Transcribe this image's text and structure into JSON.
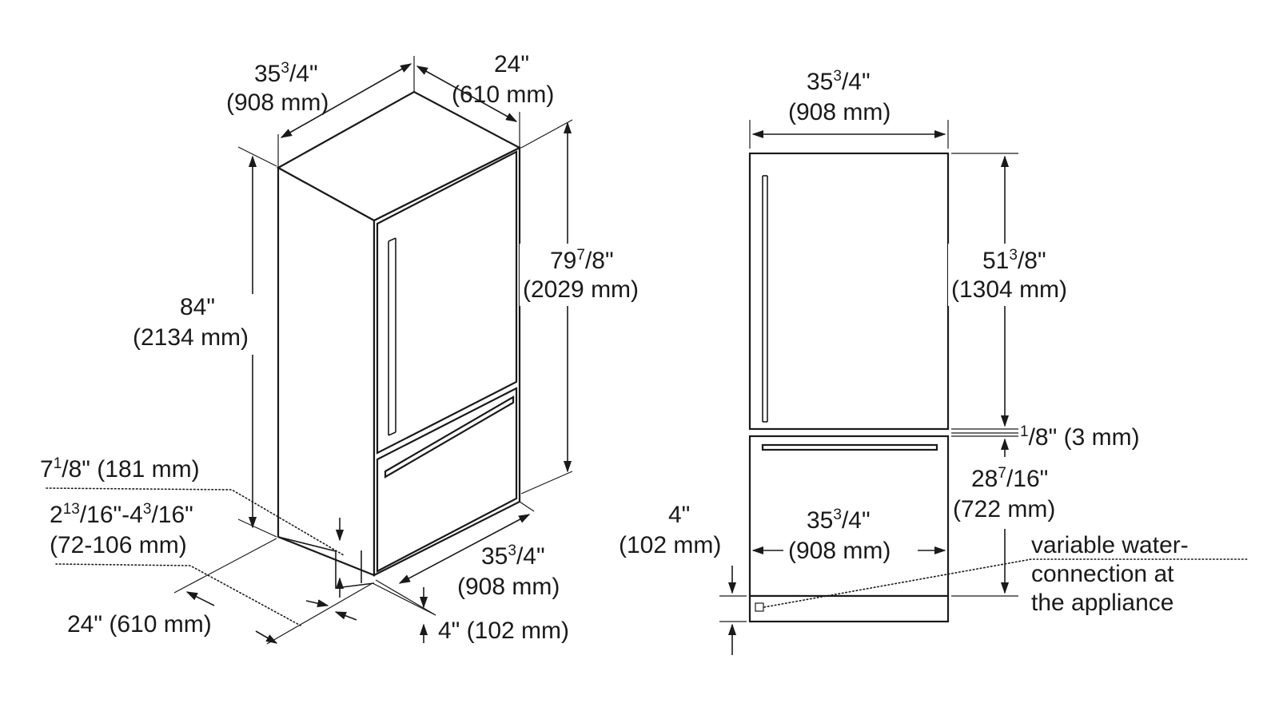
{
  "iso": {
    "top_width": {
      "inch": "35",
      "sup": "3",
      "sub": "/4\"",
      "mm": "(908 mm)"
    },
    "top_depth": {
      "inch": "24\"",
      "mm": "(610 mm)"
    },
    "total_height": {
      "inch": "84\"",
      "mm": "(2134 mm)"
    },
    "cabinet_height": {
      "inch": "79",
      "sup": "7",
      "sub": "/8\"",
      "mm": "(2029 mm)"
    },
    "kick_height": {
      "inch": "7",
      "sup": "1",
      "sub": "/8\" (181 mm)"
    },
    "kick_range": {
      "inch": "2",
      "sup": "13",
      "mid": "/16\"-4",
      "sup2": "3",
      "sub": "/16\"",
      "mm": "(72-106 mm)"
    },
    "bottom_width": {
      "inch": "35",
      "sup": "3",
      "sub": "/4\"",
      "mm": "(908 mm)"
    },
    "bottom_depth": {
      "label": "24\" (610 mm)"
    },
    "toe_kick": {
      "label": "4\" (102 mm)"
    }
  },
  "front": {
    "top_width": {
      "inch": "35",
      "sup": "3",
      "sub": "/4\"",
      "mm": "(908 mm)"
    },
    "upper_height": {
      "inch": "51",
      "sup": "3",
      "sub": "/8\"",
      "mm": "(1304 mm)"
    },
    "gap": {
      "sup": "1",
      "sub": "/8\" (3 mm)"
    },
    "lower_height": {
      "inch": "28",
      "sup": "7",
      "sub": "/16\"",
      "mm": "(722 mm)"
    },
    "inner_width": {
      "inch": "35",
      "sup": "3",
      "sub": "/4\"",
      "mm": "(908 mm)"
    },
    "base_height": {
      "inch": "4\"",
      "mm": "(102 mm)"
    },
    "water_note": [
      "variable water-",
      "connection at",
      "the appliance"
    ]
  }
}
